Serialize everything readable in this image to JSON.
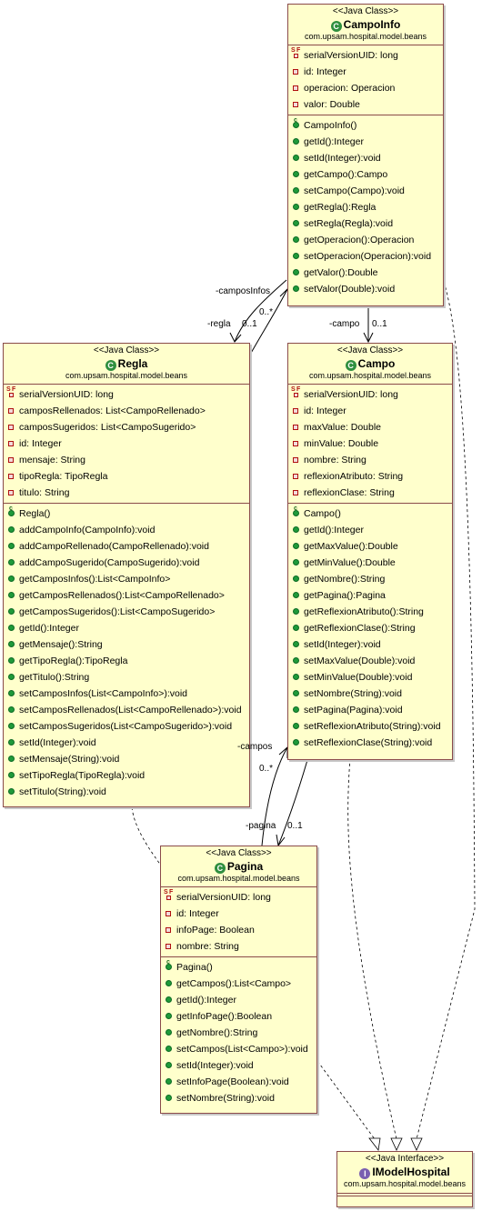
{
  "classes": {
    "campoinfo": {
      "stereotype": "<<Java Class>>",
      "name": "CampoInfo",
      "package": "com.upsam.hospital.model.beans",
      "attributes": [
        "serialVersionUID: long",
        "id: Integer",
        "operacion: Operacion",
        "valor: Double"
      ],
      "methods": [
        "CampoInfo()",
        "getId():Integer",
        "setId(Integer):void",
        "getCampo():Campo",
        "setCampo(Campo):void",
        "getRegla():Regla",
        "setRegla(Regla):void",
        "getOperacion():Operacion",
        "setOperacion(Operacion):void",
        "getValor():Double",
        "setValor(Double):void"
      ]
    },
    "regla": {
      "stereotype": "<<Java Class>>",
      "name": "Regla",
      "package": "com.upsam.hospital.model.beans",
      "attributes": [
        "serialVersionUID: long",
        "camposRellenados: List<CampoRellenado>",
        "camposSugeridos: List<CampoSugerido>",
        "id: Integer",
        "mensaje: String",
        "tipoRegla: TipoRegla",
        "titulo: String"
      ],
      "methods": [
        "Regla()",
        "addCampoInfo(CampoInfo):void",
        "addCampoRellenado(CampoRellenado):void",
        "addCampoSugerido(CampoSugerido):void",
        "getCamposInfos():List<CampoInfo>",
        "getCamposRellenados():List<CampoRellenado>",
        "getCamposSugeridos():List<CampoSugerido>",
        "getId():Integer",
        "getMensaje():String",
        "getTipoRegla():TipoRegla",
        "getTitulo():String",
        "setCamposInfos(List<CampoInfo>):void",
        "setCamposRellenados(List<CampoRellenado>):void",
        "setCamposSugeridos(List<CampoSugerido>):void",
        "setId(Integer):void",
        "setMensaje(String):void",
        "setTipoRegla(TipoRegla):void",
        "setTitulo(String):void"
      ]
    },
    "campo": {
      "stereotype": "<<Java Class>>",
      "name": "Campo",
      "package": "com.upsam.hospital.model.beans",
      "attributes": [
        "serialVersionUID: long",
        "id: Integer",
        "maxValue: Double",
        "minValue: Double",
        "nombre: String",
        "reflexionAtributo: String",
        "reflexionClase: String"
      ],
      "methods": [
        "Campo()",
        "getId():Integer",
        "getMaxValue():Double",
        "getMinValue():Double",
        "getNombre():String",
        "getPagina():Pagina",
        "getReflexionAtributo():String",
        "getReflexionClase():String",
        "setId(Integer):void",
        "setMaxValue(Double):void",
        "setMinValue(Double):void",
        "setNombre(String):void",
        "setPagina(Pagina):void",
        "setReflexionAtributo(String):void",
        "setReflexionClase(String):void"
      ]
    },
    "pagina": {
      "stereotype": "<<Java Class>>",
      "name": "Pagina",
      "package": "com.upsam.hospital.model.beans",
      "attributes": [
        "serialVersionUID: long",
        "id: Integer",
        "infoPage: Boolean",
        "nombre: String"
      ],
      "methods": [
        "Pagina()",
        "getCampos():List<Campo>",
        "getId():Integer",
        "getInfoPage():Boolean",
        "getNombre():String",
        "setCampos(List<Campo>):void",
        "setId(Integer):void",
        "setInfoPage(Boolean):void",
        "setNombre(String):void"
      ]
    },
    "imodel": {
      "stereotype": "<<Java Interface>>",
      "name": "IModelHospital",
      "package": "com.upsam.hospital.model.beans"
    }
  },
  "labels": {
    "camposInfos": "-camposInfos",
    "camposInfos_mult": "0..*",
    "regla": "-regla",
    "regla_mult": "0..1",
    "campo": "-campo",
    "campo_mult": "0..1",
    "campos": "-campos",
    "campos_mult": "0..*",
    "pagina": "-pagina",
    "pagina_mult": "0..1"
  },
  "colors": {
    "box_fill": "#ffffcc",
    "box_border": "#8a4a4a",
    "private_icon": "#b01010",
    "public_icon": "#1f9a3a"
  }
}
